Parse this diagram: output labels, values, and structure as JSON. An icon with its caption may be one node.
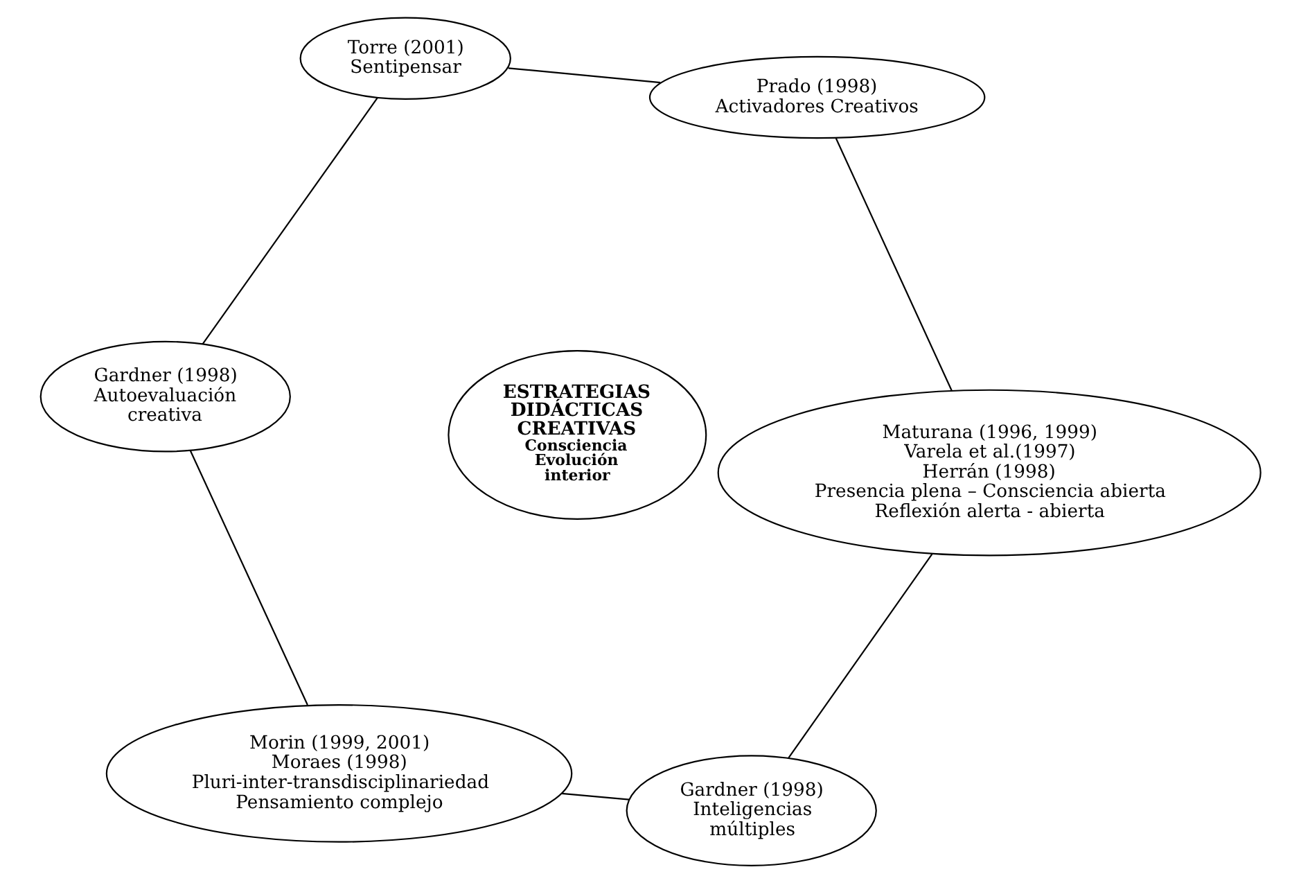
{
  "diagram": {
    "nodes": [
      {
        "text": [
          "Maturana (1996, 1999)",
          "Varela et al.(1997)",
          "Herrán (1998)",
          "Presencia plena – Consciencia abierta",
          "Reflexión alerta - abierta"
        ]
      },
      {
        "text": [
          "Prado (1998)",
          "Activadores Creativos"
        ]
      },
      {
        "text": [
          "Gardner (1998)",
          "Inteligencias múltiples"
        ]
      },
      {
        "text": [
          "ESTRATEGIAS DIDÁCTICAS CREATIVAS",
          "Consciencia Evolución interior"
        ]
      },
      {
        "text": [
          "Torre (2001)",
          "Sentipensar"
        ]
      },
      {
        "text": [
          "Morin (1999, 2001)",
          "Moraes (1998)",
          "Pluri-inter-transdisciplinariedad",
          "Pensamiento complejo"
        ]
      },
      {
        "text": [
          "Gardner (1998)",
          "Autoevaluación creativa"
        ]
      }
    ],
    "edges": [
      {
        "from": 0,
        "to": 1,
        "arrow": "none"
      },
      {
        "from": 1,
        "to": 4,
        "arrow": "none"
      },
      {
        "from": 4,
        "to": 6,
        "arrow": "none"
      },
      {
        "from": 6,
        "to": 5,
        "arrow": "none"
      },
      {
        "from": 5,
        "to": 2,
        "arrow": "none"
      },
      {
        "from": 2,
        "to": 0,
        "arrow": "none"
      }
    ]
  }
}
